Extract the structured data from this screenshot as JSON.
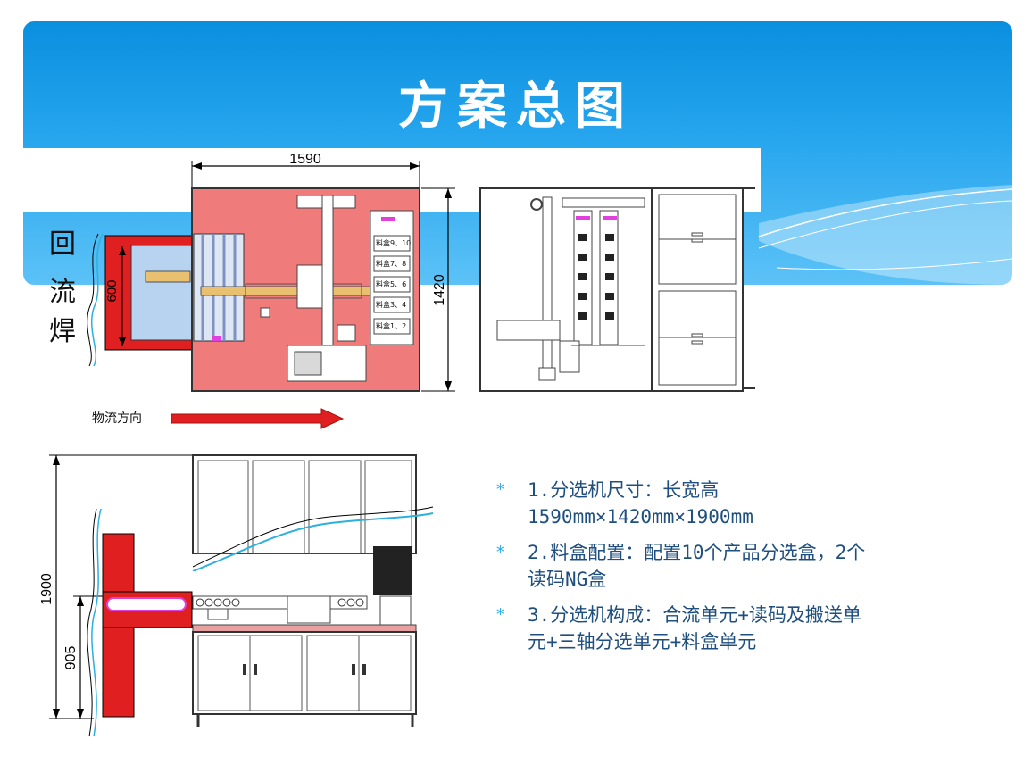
{
  "slide": {
    "title": "方案总图",
    "colors": {
      "header_blue": "#0a8fdf",
      "machine_red": "#e02020",
      "frame_pink": "#f07b7b",
      "text_blue": "#1f4f7f"
    }
  },
  "reflow_label": [
    "回",
    "流",
    "焊"
  ],
  "top_view": {
    "width_dim": "1590",
    "depth_dim": "1420",
    "reflow_dim": "600",
    "bins": [
      "料盒9、10",
      "料盒7、8",
      "料盒5、6",
      "料盒3、4",
      "料盒1、2"
    ]
  },
  "flow": {
    "label": "物流方向"
  },
  "front_view": {
    "height_dim": "1900",
    "conveyor_dim": "905"
  },
  "bullets": [
    {
      "marker": "*",
      "lines": [
        "1.分选机尺寸：长宽高",
        "1590mm×1420mm×1900mm"
      ]
    },
    {
      "marker": "*",
      "lines": [
        "2.料盒配置：配置10个产品分选盒，2个",
        "读码NG盒"
      ]
    },
    {
      "marker": "*",
      "lines": [
        "3.分选机构成：合流单元+读码及搬送单",
        "元+三轴分选单元+料盒单元"
      ]
    }
  ]
}
